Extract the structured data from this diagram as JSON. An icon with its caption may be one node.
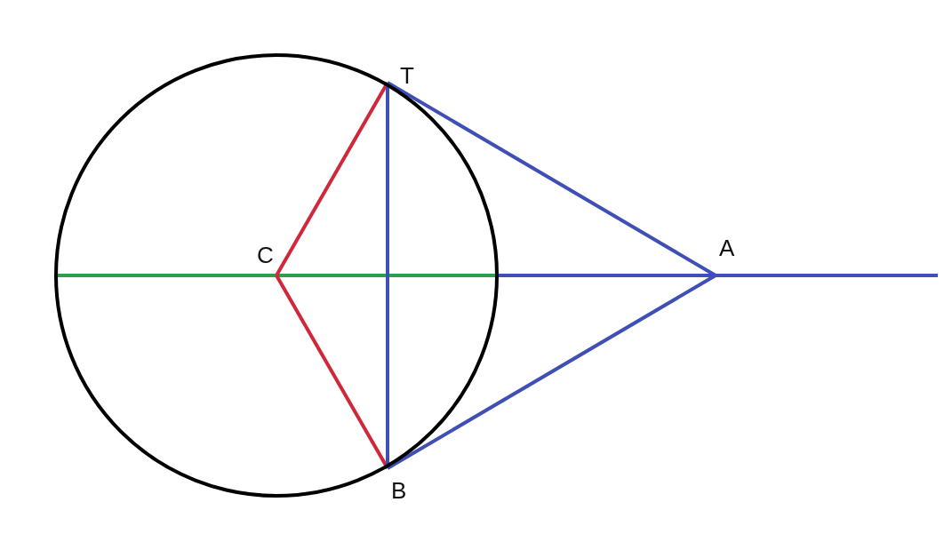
{
  "diagram": {
    "nodes": [
      {
        "text": [],
        "shape": "circle"
      },
      {
        "text": [
          "C"
        ],
        "in": 0
      },
      {
        "text": [
          "T"
        ]
      },
      {
        "text": [
          "B"
        ]
      },
      {
        "text": [
          "A"
        ]
      }
    ],
    "edges": [
      {
        "from": 1,
        "to": 0,
        "arrow": "none",
        "color": "#2e9e4a"
      },
      {
        "from": 1,
        "to": 0,
        "arrow": "none",
        "color": "#2e9e4a"
      },
      {
        "from": 0,
        "to": 4,
        "arrow": "none"
      },
      {
        "from": 4,
        "to": null,
        "arrow": "none"
      },
      {
        "from": 1,
        "to": 2,
        "arrow": "none",
        "color": "#d0283a"
      },
      {
        "from": 1,
        "to": 3,
        "arrow": "none",
        "color": "#d0283a"
      },
      {
        "from": 2,
        "to": 3,
        "arrow": "none"
      },
      {
        "from": 2,
        "to": 4,
        "arrow": "none"
      },
      {
        "from": 3,
        "to": 4,
        "arrow": "none"
      }
    ]
  }
}
